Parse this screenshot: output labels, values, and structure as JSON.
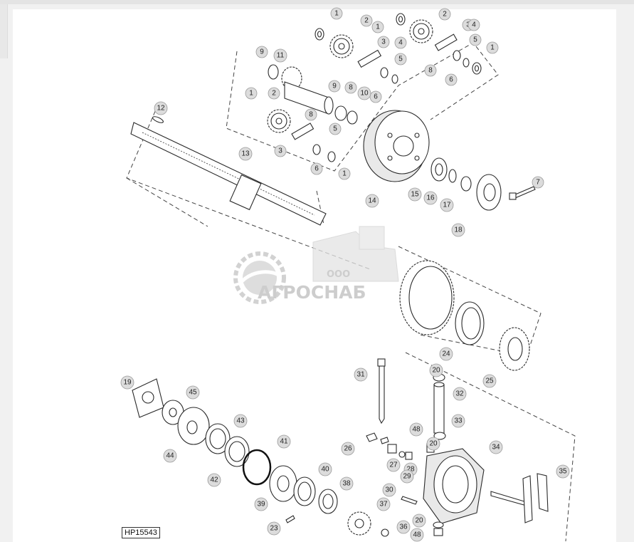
{
  "figure_id": "HP15543",
  "watermark": {
    "company_prefix": "ООО",
    "company_name": "АГРОСНАБ"
  },
  "callouts": [
    "1",
    "1",
    "1",
    "1",
    "1",
    "2",
    "2",
    "2",
    "3",
    "3",
    "3",
    "4",
    "4",
    "5",
    "5",
    "5",
    "6",
    "6",
    "6",
    "7",
    "8",
    "8",
    "8",
    "9",
    "9",
    "10",
    "11",
    "12",
    "13",
    "14",
    "15",
    "16",
    "17",
    "18",
    "19",
    "20",
    "20",
    "20",
    "23",
    "24",
    "25",
    "26",
    "27",
    "28",
    "29",
    "30",
    "31",
    "32",
    "33",
    "34",
    "35",
    "36",
    "37",
    "38",
    "39",
    "40",
    "41",
    "42",
    "43",
    "44",
    "45",
    "48",
    "48"
  ]
}
